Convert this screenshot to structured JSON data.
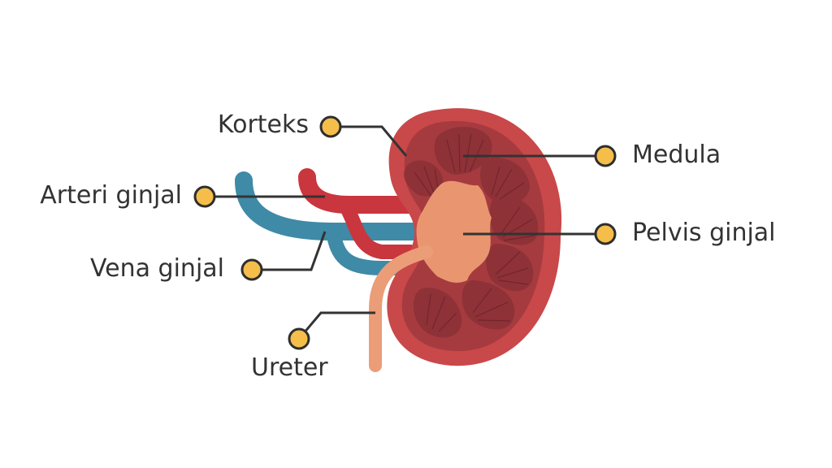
{
  "labels": {
    "korteks": "Korteks",
    "medula": "Medula",
    "arteri": "Arteri ginjal",
    "pelvis": "Pelvis ginjal",
    "vena": "Vena ginjal",
    "ureter": "Ureter"
  },
  "colors": {
    "kidney_outer": "#C9484A",
    "kidney_inner": "#A63B3F",
    "pyramid": "#8E3238",
    "pyramid_lines": "#6B2228",
    "pelvis": "#E99670",
    "ureter": "#EB9D78",
    "artery": "#C9363D",
    "vein": "#3F8AA6",
    "vein_dark": "#326F86",
    "marker_fill": "#F5BE4A",
    "marker_stroke": "#2E2E2E",
    "leader_line": "#333333",
    "text": "#333333"
  }
}
